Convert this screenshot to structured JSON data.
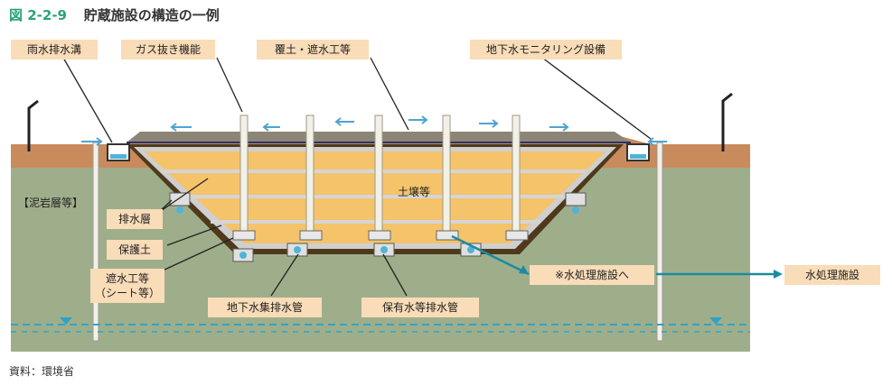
{
  "figure": {
    "number": "図 2-2-9",
    "title": "貯蔵施設の構造の一例"
  },
  "labels": {
    "rain_drain": "雨水排水溝",
    "gas_vent": "ガス抜き機能",
    "cover_barrier": "覆土・遮水工等",
    "gw_monitoring": "地下水モニタリング設備",
    "mudstone": "【泥岩層等】",
    "soil": "土壌等",
    "drain_layer": "排水層",
    "protect_soil": "保護土",
    "barrier_line1": "遮水工等",
    "barrier_line2": "（シート等）",
    "gw_pipe": "地下水集排水管",
    "retained_pipe": "保有水等排水管",
    "to_treatment": "※水処理施設へ",
    "treatment": "水処理施設"
  },
  "source": "資料：環境省",
  "colors": {
    "accent_green": "#2aa37a",
    "label_bg": "#f9dcb8",
    "ground": "#9fae8a",
    "topsoil": "#c98a5c",
    "fill": "#f4c36a",
    "liner": "#5a4420",
    "water": "#2fa3c9"
  }
}
